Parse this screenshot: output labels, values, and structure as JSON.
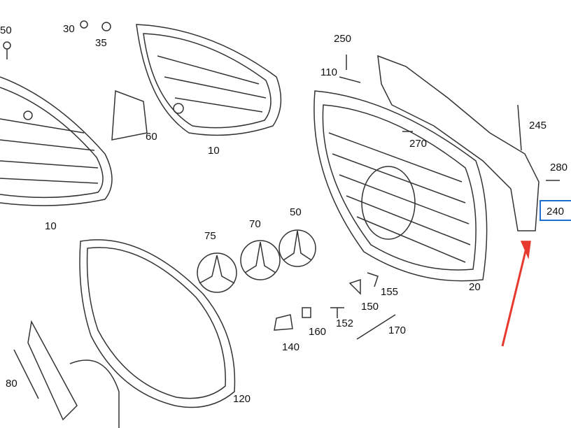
{
  "diagram": {
    "title": "Front radiator grille parts diagram",
    "highlight_color": "#1a6fd0",
    "arrow_color": "#e8392f",
    "highlighted_part": "240",
    "labels": {
      "p50a": "50",
      "p30": "30",
      "p35": "35",
      "p250": "250",
      "p110": "110",
      "p245": "245",
      "p270": "270",
      "p60": "60",
      "p10a": "10",
      "p10b": "10",
      "p280": "280",
      "p240": "240",
      "p75": "75",
      "p70": "70",
      "p50b": "50",
      "p20": "20",
      "p155": "155",
      "p150": "150",
      "p152": "152",
      "p170": "170",
      "p160": "160",
      "p140": "140",
      "p80": "80",
      "p120": "120"
    }
  }
}
